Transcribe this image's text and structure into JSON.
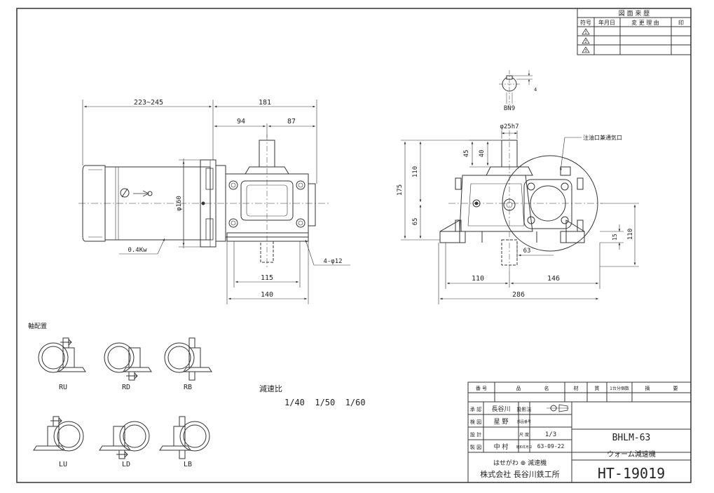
{
  "revision": {
    "title": "図 面 来 歴",
    "headers": [
      "符号",
      "年月日",
      "変 更 理 由",
      "印"
    ],
    "symbols": [
      "1",
      "2",
      "3"
    ]
  },
  "dims": {
    "motor_len": "223~245",
    "gear_len": "181",
    "d94": "94",
    "d87": "87",
    "phi160": "φ160",
    "motor_power": "0.4Kw",
    "holes": "4-φ12",
    "d115": "115",
    "d140": "140",
    "key": "BN9",
    "key_4": "4",
    "shaft": "φ25h7",
    "oil_port": "注油口兼通気口",
    "d45": "45",
    "d40": "40",
    "d110a": "110",
    "d175": "175",
    "d65": "65",
    "d63": "63",
    "d15": "15",
    "d110b": "110",
    "d110c": "110",
    "d146": "146",
    "d286": "286"
  },
  "arrangement": {
    "title": "軸配置",
    "top": [
      "RU",
      "RD",
      "RB"
    ],
    "bottom": [
      "LU",
      "LD",
      "LB"
    ]
  },
  "ratio": {
    "label": "減速比",
    "values": "1/40  1/50  1/60"
  },
  "title_block": {
    "headers": [
      "番 号",
      "品",
      "名",
      "材",
      "質",
      "1台分個数",
      "摘",
      "要"
    ],
    "approve_label": "承 認",
    "approve_name": "長谷川",
    "projection_label": "投影法",
    "check_label": "検 図",
    "check_name": "星 野",
    "drawing_no_label": "部品番号",
    "design_label": "設 計",
    "scale_label": "尺 度",
    "scale_value": "1/3",
    "draft_label": "製 図",
    "draft_name": "中 村",
    "date_label": "昭和年月日",
    "date_value": "63-09-22",
    "model": "BHLM-63",
    "product": "ウォーム減速機",
    "brand": "はせがわ ⊕ 減速機",
    "company": "株式会社 長谷川鉄工所",
    "drawing_no": "HT-19019"
  }
}
